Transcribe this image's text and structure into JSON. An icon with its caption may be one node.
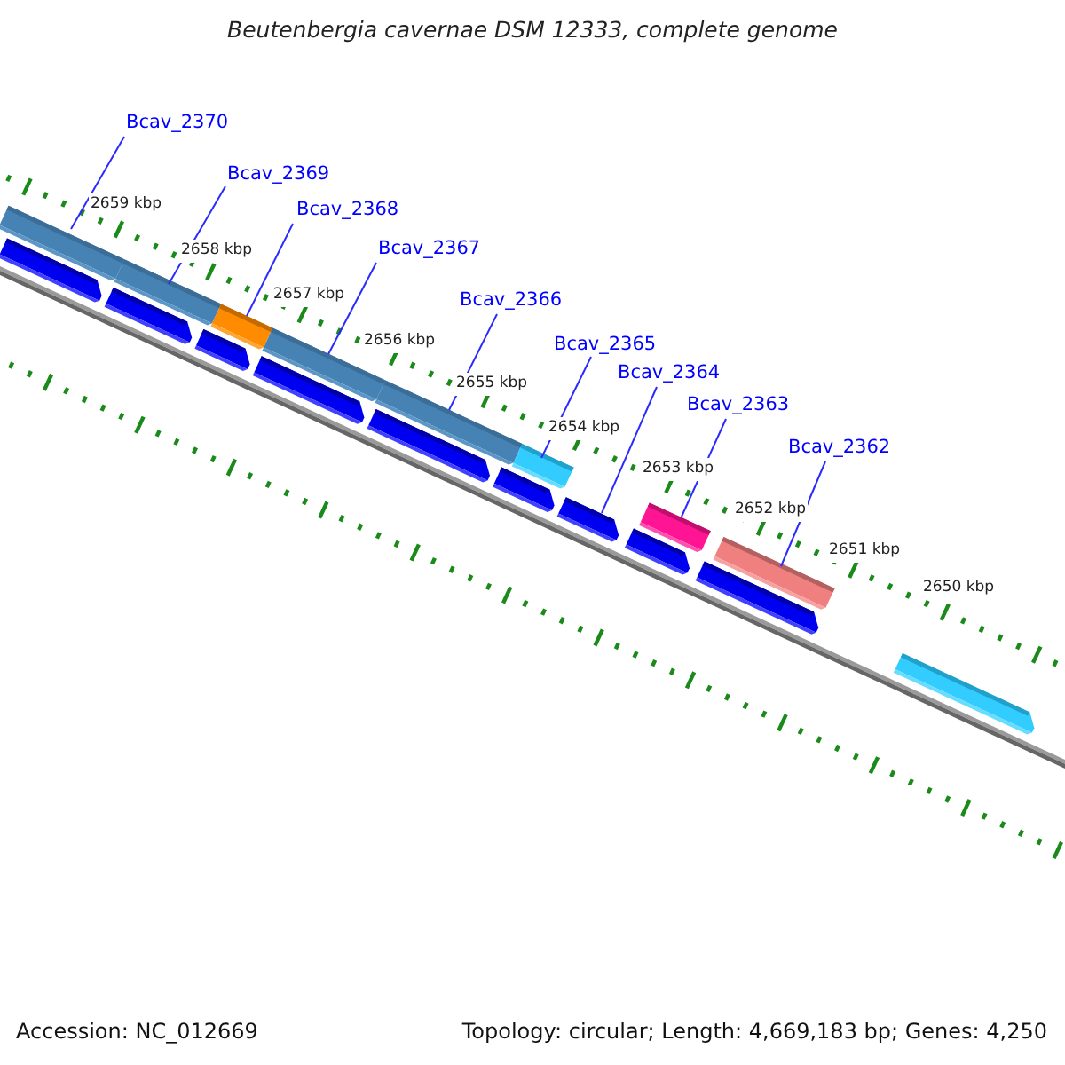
{
  "diagram": {
    "title": "Beutenbergia cavernae DSM 12333, complete genome",
    "nodes": [
      {
        "text": [
          "Bcav_2370"
        ]
      },
      {
        "text": [
          "Bcav_2369"
        ]
      },
      {
        "text": [
          "Bcav_2368"
        ]
      },
      {
        "text": [
          "Bcav_2367"
        ]
      },
      {
        "text": [
          "Bcav_2366"
        ]
      },
      {
        "text": [
          "Bcav_2365"
        ]
      },
      {
        "text": [
          "Bcav_2364"
        ]
      },
      {
        "text": [
          "Bcav_2363"
        ]
      },
      {
        "text": [
          "Bcav_2362"
        ]
      },
      {
        "text": [],
        "shape": "bar"
      },
      {
        "text": [],
        "shape": "bar"
      },
      {
        "text": [],
        "shape": "bar"
      },
      {
        "text": [],
        "shape": "bar"
      },
      {
        "text": [],
        "shape": "bar"
      },
      {
        "text": [],
        "shape": "bar"
      },
      {
        "text": [],
        "shape": "bar"
      },
      {
        "text": [],
        "shape": "bar"
      },
      {
        "text": [],
        "shape": "bar"
      }
    ],
    "edges": [
      {
        "from": 0,
        "to": 9,
        "arrow": "none"
      },
      {
        "from": 1,
        "to": 10,
        "arrow": "none"
      },
      {
        "from": 2,
        "to": 11,
        "arrow": "none"
      },
      {
        "from": 3,
        "to": 12,
        "arrow": "none"
      },
      {
        "from": 4,
        "to": 13,
        "arrow": "none"
      },
      {
        "from": 5,
        "to": 14,
        "arrow": "none"
      },
      {
        "from": 6,
        "to": 15,
        "arrow": "none"
      },
      {
        "from": 7,
        "to": 16,
        "arrow": "none"
      },
      {
        "from": 8,
        "to": 17,
        "arrow": "none"
      }
    ],
    "labels": [
      "2659 kbp",
      "2658 kbp",
      "2657 kbp",
      "2656 kbp",
      "2655 kbp",
      "2654 kbp",
      "2653 kbp",
      "2652 kbp",
      "2651 kbp",
      "2650 kbp",
      "Accession: NC_012669",
      "Topology: circular; Length: 4,669,183 bp; Genes: 4,250"
    ]
  }
}
